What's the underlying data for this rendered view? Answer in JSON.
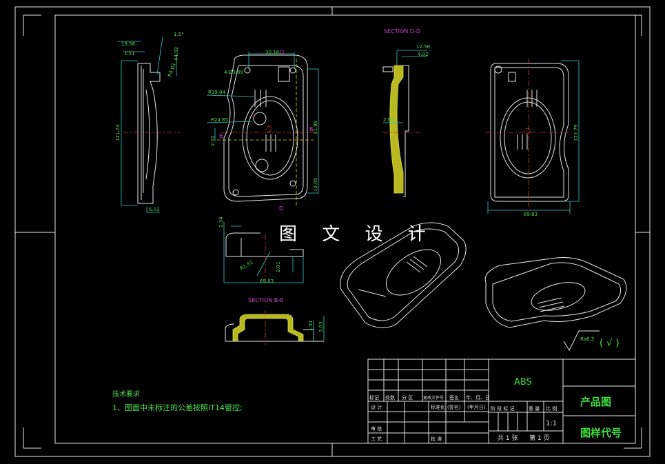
{
  "watermark": "图 文 设 计",
  "sections": {
    "d": "SECTION D-D",
    "b": "SECTION B-B"
  },
  "section_markers": {
    "b": "B",
    "d": "D"
  },
  "dimensions": {
    "side": [
      "19.58",
      "1.51",
      "1.5°",
      "44.02",
      "R4.03",
      "121.74",
      "5.03"
    ],
    "front": [
      "30.18",
      "4-Ø3.09",
      "R19.84",
      "R24.85",
      "2.02",
      "31.96",
      "12.05"
    ],
    "section_d": [
      "12.56",
      "4.02",
      "2.01"
    ],
    "back": [
      "121.79",
      "69.83"
    ],
    "bottom_view": [
      "2.34",
      "R1.51",
      "2.01",
      "69.83"
    ],
    "section_b": [
      "1.51",
      "5.03"
    ]
  },
  "roughness": "Ra6.3",
  "roughness_suffix": "(  √  )",
  "tech_requirements": {
    "title": "技术要求",
    "items": [
      "1、图面中未标注的公差按照IT14管控;"
    ]
  },
  "title_block": {
    "material": "ABS",
    "drawing_name": "产品图",
    "drawing_code": "图样代号",
    "scale": "1:1",
    "revision_headers": [
      "标记",
      "处数",
      "分 区",
      "更改文件号",
      "签名",
      "年、月、日"
    ],
    "design": "设 计",
    "standardization": "标准化",
    "signature": "(签名)",
    "date": "(年月日)",
    "review": "审 核",
    "process": "工 艺",
    "approve": "批 准",
    "stage_headers": [
      "阶 段 标 记",
      "重 量",
      "比 例"
    ],
    "sheets": "共 1 张",
    "sheet_no": "第 1 页"
  }
}
